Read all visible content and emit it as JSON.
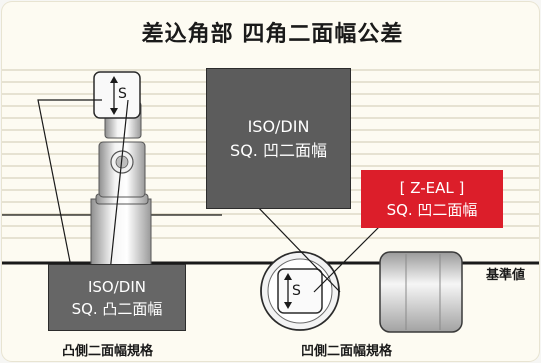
{
  "title": "差込角部 四角二面幅公差",
  "boxes": {
    "iso_top": {
      "line1": "ISO/DIN",
      "line2": "SQ. 凹二面幅"
    },
    "zeal": {
      "line1": "[ Z-EAL ]",
      "line2": "SQ. 凹二面幅"
    },
    "iso_bottom": {
      "line1": "ISO/DIN",
      "line2": "SQ. 凸二面幅"
    }
  },
  "labels": {
    "baseline": "基準値",
    "dimension_top": "S",
    "dimension_socket": "S"
  },
  "captions": {
    "left": "凸側二面幅規格",
    "right": "凹側二面幅規格"
  },
  "colors": {
    "iso_box": "#5c5c5c",
    "zeal_box": "#dc1e2a",
    "background": "#fdfbf2",
    "tool_metal": "#e4e4e4"
  }
}
